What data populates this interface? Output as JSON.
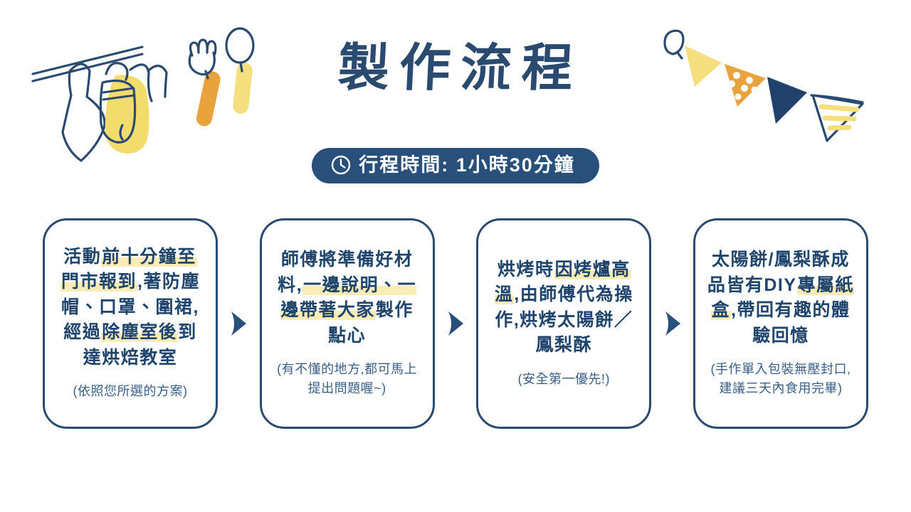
{
  "header": {
    "title": "製作流程",
    "badge": {
      "icon": "clock-icon",
      "text": "行程時間: 1小時30分鐘"
    }
  },
  "colors": {
    "navy": "#2A4A70",
    "navy_text": "#20456D",
    "badge_bg": "#28507B",
    "highlight_yellow": "#FBEBB4",
    "mitt_yellow": "#F2DC6B",
    "flag_orange": "#E8A33D",
    "flag_light_yellow": "#F5DE7E",
    "background": "#FFFFFF"
  },
  "decorations": [
    {
      "name": "hanging-rail-with-towel-and-oven-mitt",
      "position": "top-left"
    },
    {
      "name": "fork-and-spoon-utensils",
      "position": "top-left-center"
    },
    {
      "name": "bunting-flags",
      "position": "top-right"
    }
  ],
  "flow": {
    "arrow_icon": "chevron-right-icon",
    "steps": [
      {
        "index": 1,
        "segments": [
          {
            "text": "活動",
            "highlight": false
          },
          {
            "text": "前十分鐘至",
            "highlight": true
          },
          {
            "text": "門市報到",
            "highlight": true
          },
          {
            "text": ",著防塵帽、口罩、圍裙,經過",
            "highlight": false
          },
          {
            "text": "除塵室後",
            "highlight": true
          },
          {
            "text": "到達烘焙教室",
            "highlight": false
          }
        ],
        "body": "活動前十分鐘至門市報到,著防塵帽、口罩、圍裙,經過除塵室後到達烘焙教室",
        "note": "(依照您所選的方案)"
      },
      {
        "index": 2,
        "segments": [
          {
            "text": "師傅將準備好材料,",
            "highlight": false
          },
          {
            "text": "一邊說明、一邊帶著大家",
            "highlight": true
          },
          {
            "text": "製作點心",
            "highlight": false
          }
        ],
        "body": "師傅將準備好材料,一邊說明、一邊帶著大家製作點心",
        "note": "(有不懂的地方,都可馬上提出問題喔~)"
      },
      {
        "index": 3,
        "segments": [
          {
            "text": "烘烤時",
            "highlight": false
          },
          {
            "text": "因烤爐高溫",
            "highlight": true
          },
          {
            "text": ",由師傅代為操作,烘烤太陽餅／鳳梨酥",
            "highlight": false
          }
        ],
        "body": "烘烤時因烤爐高溫,由師傅代為操作,烘烤太陽餅／鳳梨酥",
        "note": "(安全第一優先!)"
      },
      {
        "index": 4,
        "segments": [
          {
            "text": "太陽餅/鳳梨酥成品皆有DIY",
            "highlight": false
          },
          {
            "text": "專屬紙盒",
            "highlight": true
          },
          {
            "text": ",帶回有趣的體驗回憶",
            "highlight": false
          }
        ],
        "body": "太陽餅/鳳梨酥成品皆有DIY專屬紙盒,帶回有趣的體驗回憶",
        "note": "(手作單入包裝無壓封口,建議三天內食用完畢)"
      }
    ]
  }
}
